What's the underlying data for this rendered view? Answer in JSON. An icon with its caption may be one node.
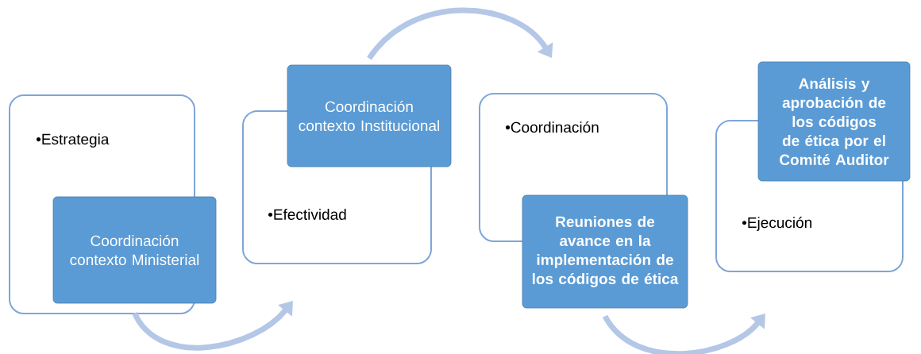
{
  "diagram": {
    "nodes": [
      {
        "text": [
          "•Estrategia"
        ]
      },
      {
        "text": [
          "Coordinación contexto Ministerial"
        ]
      },
      {
        "text": [
          "•Efectividad"
        ]
      },
      {
        "text": [
          "Coordinación contexto Institucional"
        ]
      },
      {
        "text": [
          "•Coordinación"
        ]
      },
      {
        "text": [
          "Reuniones de avance en la implementación de los códigos de ética"
        ]
      },
      {
        "text": [
          "•Ejecución"
        ]
      },
      {
        "text": [
          "Análisis y aprobación de los códigos de ética por el Comité Auditor"
        ]
      }
    ],
    "edges": [
      {
        "from": 1,
        "to": 2,
        "arrow": "to"
      },
      {
        "from": 3,
        "to": 4,
        "arrow": "to"
      },
      {
        "from": 5,
        "to": 6,
        "arrow": "to"
      }
    ]
  }
}
